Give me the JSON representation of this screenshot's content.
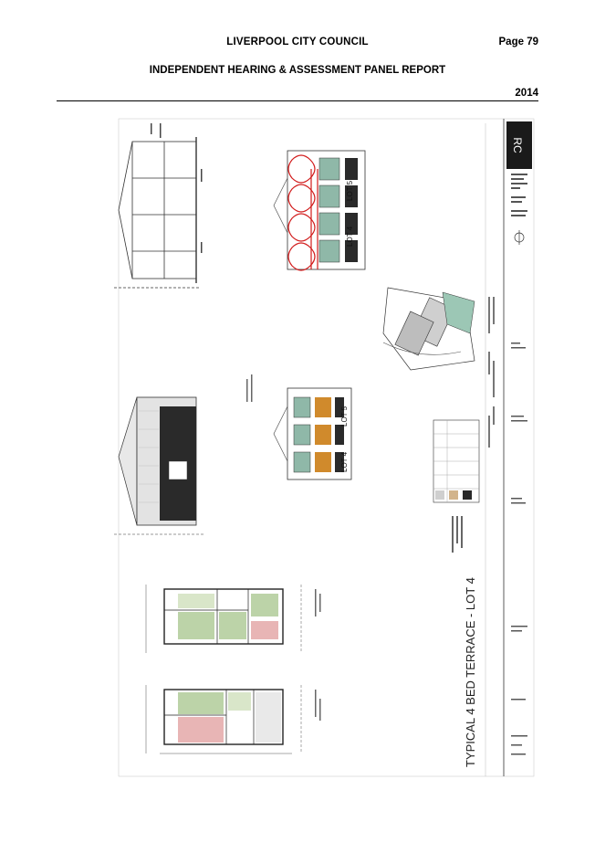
{
  "header": {
    "council": "LIVERPOOL CITY COUNCIL",
    "page": "Page 79",
    "report": "INDEPENDENT HEARING & ASSESSMENT PANEL REPORT",
    "year": "2014"
  },
  "drawing": {
    "sheet_title": "TYPICAL 4 BED TERRACE - LOT 4",
    "lot_labels": [
      "LOT 4",
      "LOT 5",
      "LOT 4",
      "LOT 5"
    ],
    "colors": {
      "line": "#333333",
      "cladding": "#2a2a2a",
      "timber": "#d08a2c",
      "glazing": "#8fb8a8",
      "roof_grey": "#9a9a9a",
      "room_green": "#bcd3a8",
      "room_pink": "#e8b5b5",
      "markup_red": "#d11a1a",
      "title_block": "#1a1a1a"
    }
  }
}
